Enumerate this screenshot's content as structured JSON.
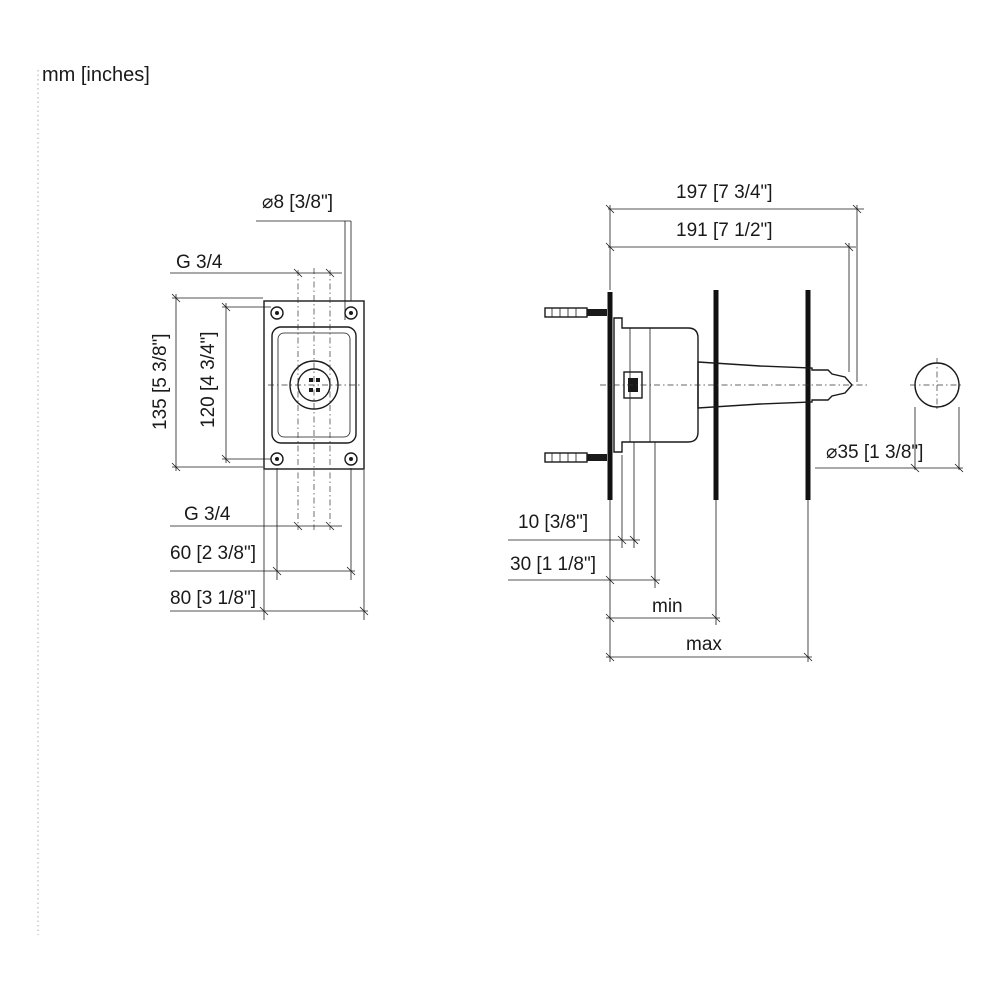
{
  "units_label": "mm [inches]",
  "front_view": {
    "pin_diameter": "⌀8 [3/8\"]",
    "thread_top": "G 3/4",
    "thread_bottom": "G 3/4",
    "height_overall": "135 [5 3/8\"]",
    "height_inner": "120 [4 3/4\"]",
    "width_inner": "60 [2 3/8\"]",
    "width_overall": "80 [3 1/8\"]"
  },
  "side_view": {
    "length_overall": "197 [7 3/4\"]",
    "length_spout": "191 [7 1/2\"]",
    "outlet_diameter": "⌀35 [1 3/8\"]",
    "plate_thickness": "10 [3/8\"]",
    "body_depth": "30 [1 1/8\"]",
    "wall_min": "min",
    "wall_max": "max"
  }
}
